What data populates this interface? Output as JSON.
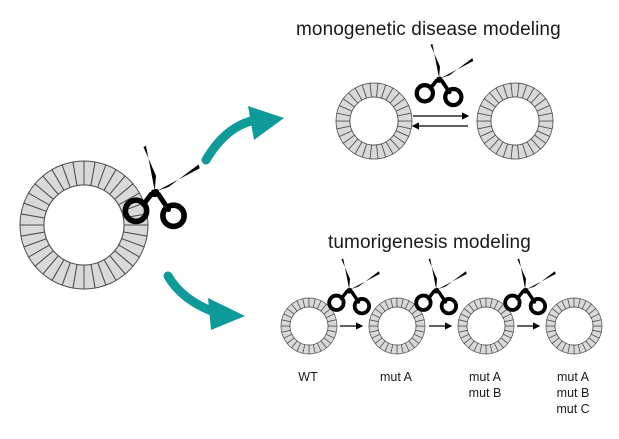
{
  "headings": {
    "monogenetic": "monogenetic disease modeling",
    "tumorigenesis": "tumorigenesis modeling"
  },
  "tumor_stages": [
    {
      "lines": [
        "WT"
      ]
    },
    {
      "lines": [
        "mut A"
      ]
    },
    {
      "lines": [
        "mut A",
        "mut B"
      ]
    },
    {
      "lines": [
        "mut A",
        "mut B",
        "mut C"
      ]
    }
  ],
  "colors": {
    "cell_fill": "#d9d9d9",
    "cell_outline": "#4d4d4d",
    "curved_arrow": "#0f9a9a",
    "scissors": "#000000",
    "text": "#1a1a1a"
  },
  "icons": [
    "organoid-icon",
    "scissors-icon",
    "curved-arrow-icon",
    "arrow-icon"
  ]
}
